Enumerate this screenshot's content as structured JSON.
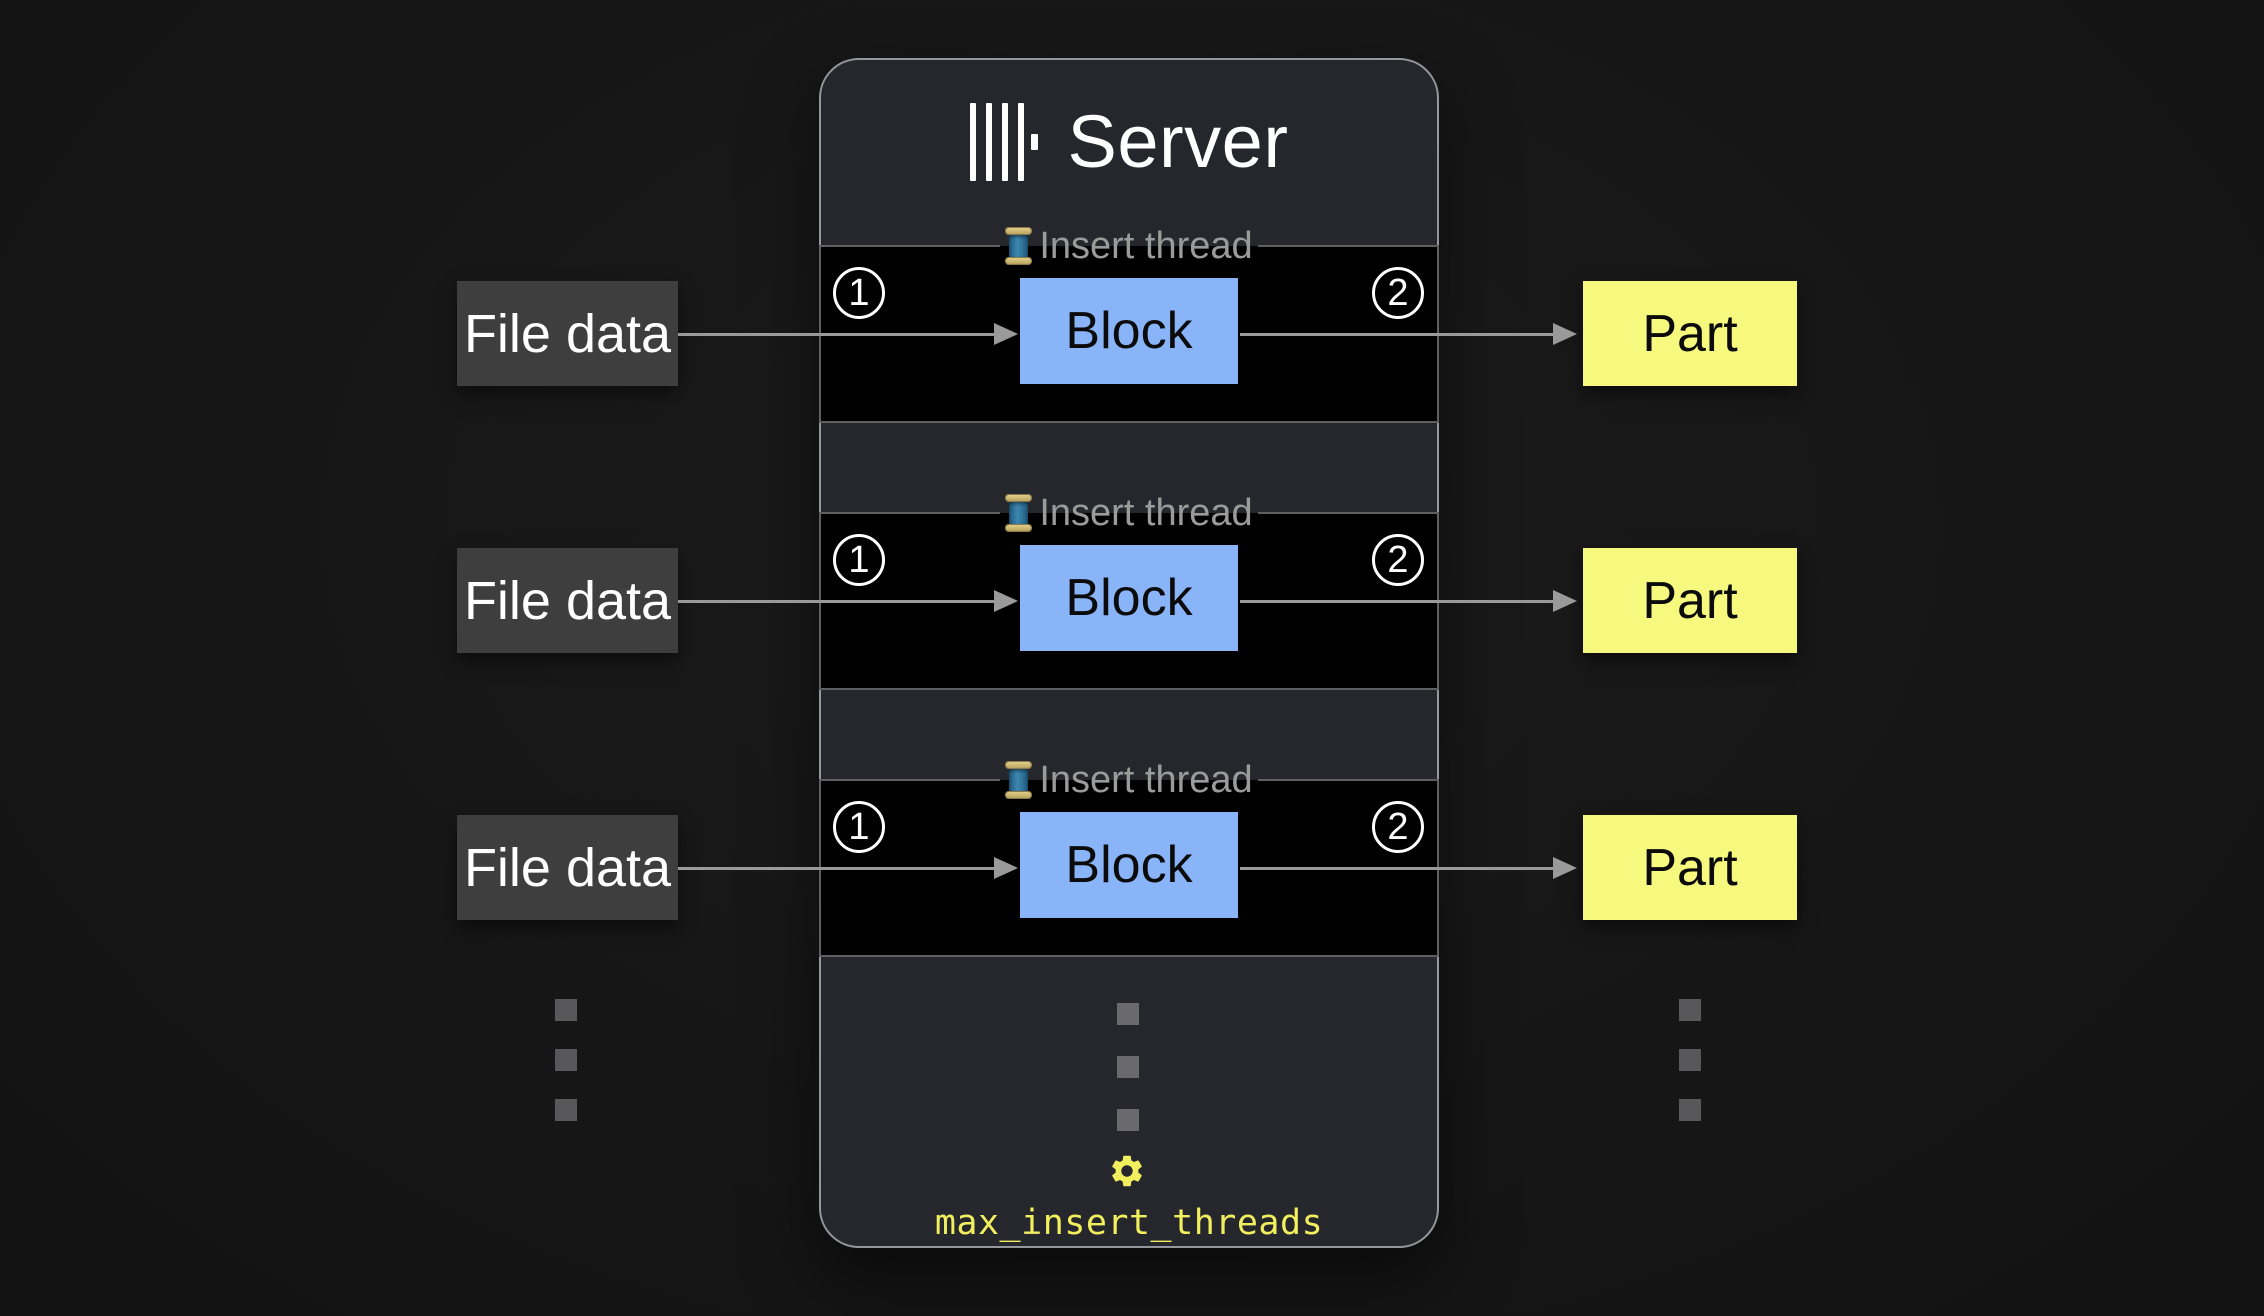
{
  "server": {
    "title": "Server",
    "logo_icon": "clickhouse-bars-logo",
    "setting": {
      "icon": "gear-icon",
      "label": "max_insert_threads"
    }
  },
  "threads": [
    {
      "legend": "Insert thread",
      "input": "File data",
      "step_in": "1",
      "block": "Block",
      "step_out": "2",
      "output": "Part"
    },
    {
      "legend": "Insert thread",
      "input": "File data",
      "step_in": "1",
      "block": "Block",
      "step_out": "2",
      "output": "Part"
    },
    {
      "legend": "Insert thread",
      "input": "File data",
      "step_in": "1",
      "block": "Block",
      "step_out": "2",
      "output": "Part"
    }
  ],
  "colors": {
    "page_bg": "#171717",
    "server_bg": "#25272c",
    "server_border": "#94979b",
    "lane_bg": "#000000",
    "lane_border": "#5f5f5f",
    "file_data_bg": "#3e3e3e",
    "block_bg": "#8ab4f8",
    "part_bg": "#f6f97d",
    "arrow": "#9a9a9a",
    "legend_text": "#9b9b9b",
    "setting_yellow": "#f2ef5e",
    "text_light": "#ffffff",
    "text_dark": "#0b0b0b"
  }
}
